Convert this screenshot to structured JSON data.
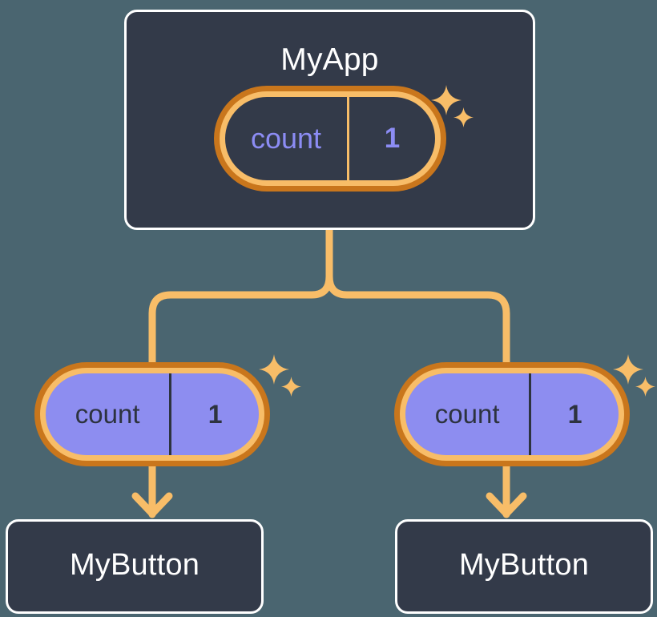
{
  "diagram": {
    "type": "component-state-propagation-tree",
    "background_color": "#4a6570",
    "accent_color": "#f8bd68",
    "accent_dark_color": "#c9761c",
    "state_fill_color": "#8d8df0",
    "card_fill_color": "#333a49",
    "card_border_color": "#ffffff"
  },
  "root": {
    "title": "MyApp",
    "state_pill": {
      "key": "count",
      "value": "1",
      "sparkle_icon": "sparkle-icon"
    }
  },
  "branches": [
    {
      "state_pill": {
        "key": "count",
        "value": "1",
        "sparkle_icon": "sparkle-icon"
      },
      "arrow_icon": "arrow-down-icon",
      "child": {
        "title": "MyButton"
      }
    },
    {
      "state_pill": {
        "key": "count",
        "value": "1",
        "sparkle_icon": "sparkle-icon"
      },
      "arrow_icon": "arrow-down-icon",
      "child": {
        "title": "MyButton"
      }
    }
  ]
}
